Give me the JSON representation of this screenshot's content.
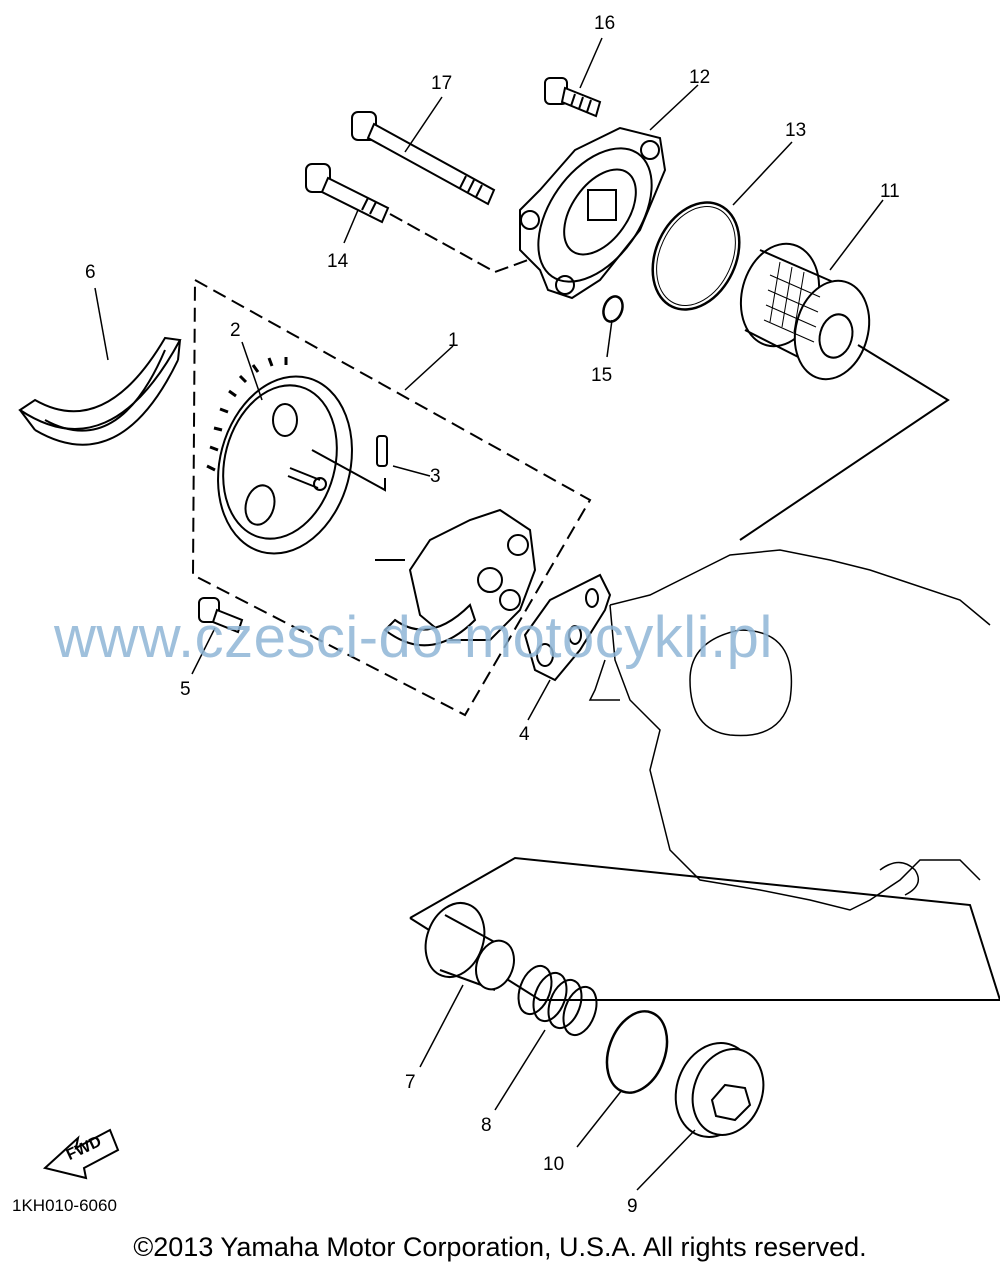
{
  "callouts": {
    "p1": "1",
    "p2": "2",
    "p3": "3",
    "p4": "4",
    "p5": "5",
    "p6": "6",
    "p7": "7",
    "p8": "8",
    "p9": "9",
    "p10": "10",
    "p11": "11",
    "p12": "12",
    "p13": "13",
    "p14": "14",
    "p15": "15",
    "p16": "16",
    "p17": "17"
  },
  "watermark": "www.czesci-do-motocykli.pl",
  "drawing_code": "1KH010-6060",
  "fwd_label": "FWD",
  "copyright": "©2013 Yamaha Motor Corporation, U.S.A. All rights reserved."
}
